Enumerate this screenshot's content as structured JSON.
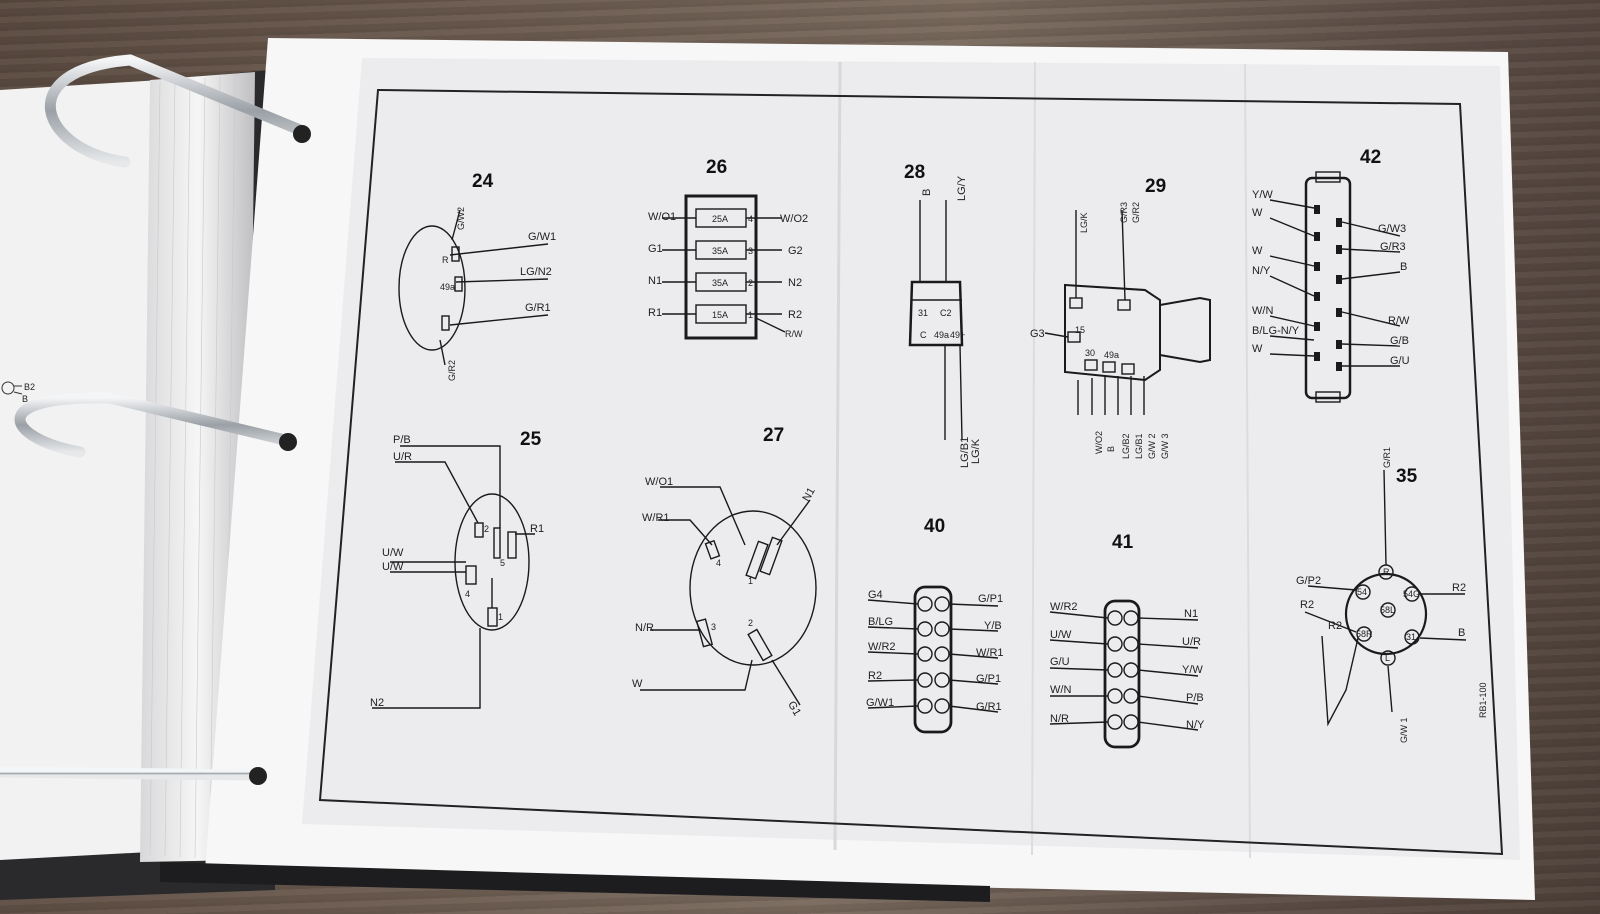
{
  "labels": {
    "d24": {
      "num": "24",
      "w1": "G/W2",
      "w2": "G/W1",
      "w3": "LG/N2",
      "w4": "G/R1",
      "w5": "G/R2",
      "t1": "R",
      "t2": "49a"
    },
    "d26": {
      "num": "26",
      "l1": "W/O1",
      "l2": "G1",
      "l3": "N1",
      "l4": "R1",
      "r1": "W/O2",
      "r2": "G2",
      "r3": "N2",
      "r4": "R2",
      "r5": "R/W",
      "f1": "25A",
      "f2": "35A",
      "f3": "35A",
      "f4": "15A",
      "p1": "4",
      "p2": "3",
      "p3": "2",
      "p4": "1"
    },
    "d28": {
      "num": "28",
      "t1": "B",
      "t2": "LG/Y",
      "b1": "LG/B1",
      "b2": "LG/K",
      "p1": "31",
      "p2": "C2",
      "p3": "C",
      "p4": "49a",
      "p5": "49+"
    },
    "d29": {
      "num": "29",
      "t1": "LG/K",
      "t2": "G/R3",
      "t3": "G/R2",
      "l1": "G3",
      "p1": "15",
      "p2": "30",
      "p3": "49a",
      "b1": "W/O2",
      "b2": "B",
      "b3": "LG/B2",
      "b4": "LG/B1",
      "b5": "G/W 2",
      "b6": "G/W 3"
    },
    "d42": {
      "num": "42",
      "l1": "Y/W",
      "l2": "W",
      "l3": "W",
      "l4": "N/Y",
      "l5": "W/N",
      "l6": "B/LG-N/Y",
      "l7": "W",
      "r1": "G/W3",
      "r2": "G/R3",
      "r3": "B",
      "r4": "R/W",
      "r5": "G/B",
      "r6": "G/U"
    },
    "d25": {
      "num": "25",
      "l1": "P/B",
      "l2": "U/R",
      "l3": "U/W",
      "l4": "U/W",
      "l5": "N2",
      "r1": "R1",
      "p1": "2",
      "p2": "4",
      "p3": "5",
      "p4": "1"
    },
    "d27": {
      "num": "27",
      "l1": "W/O1",
      "l2": "W/R1",
      "l3": "N/R",
      "l4": "W",
      "r1": "N1",
      "r2": "G1",
      "p1": "4",
      "p2": "1",
      "p3": "3",
      "p4": "2"
    },
    "d40": {
      "num": "40",
      "l1": "G4",
      "l2": "B/LG",
      "l3": "W/R2",
      "l4": "R2",
      "l5": "G/W1",
      "r1": "G/P1",
      "r2": "Y/B",
      "r3": "W/R1",
      "r4": "G/P1",
      "r5": "G/R1"
    },
    "d41": {
      "num": "41",
      "l1": "W/R2",
      "l2": "U/W",
      "l3": "G/U",
      "l4": "W/N",
      "l5": "N/R",
      "r1": "N1",
      "r2": "U/R",
      "r3": "Y/W",
      "r4": "P/B",
      "r5": "N/Y"
    },
    "d35": {
      "num": "35",
      "t1": "G/R1",
      "l1": "G/P2",
      "l2": "R2",
      "l3": "R2",
      "r1": "R2",
      "r2": "B",
      "b1": "G/W 1",
      "code": "RB1-100",
      "p1": "R",
      "p2": "54",
      "p3": "54G",
      "p4": "58L",
      "p5": "58R",
      "p6": "31",
      "p7": "L"
    }
  },
  "left_page": {
    "l1": "B2",
    "l2": "B"
  },
  "colors": {
    "paper": "#efeff1",
    "ink": "#1a1a1a",
    "ring": "#c9ccd0"
  }
}
